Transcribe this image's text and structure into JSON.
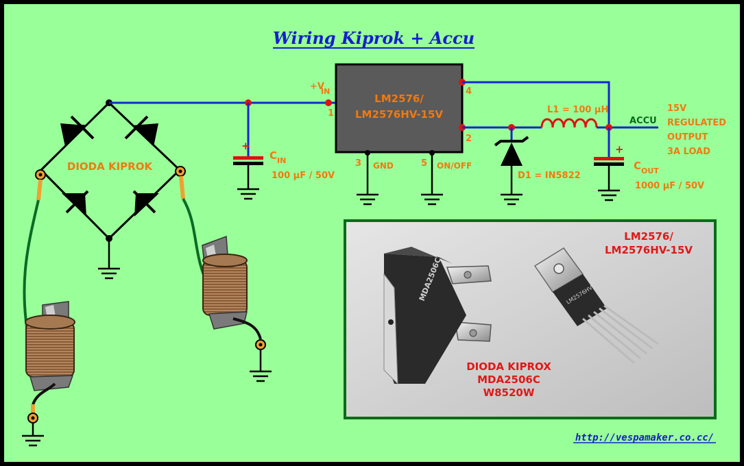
{
  "title": "Wiring Kiprok + Accu",
  "url": "http://vespamaker.co.cc/",
  "colors": {
    "background": "#99ff99",
    "wire": "#1428c8",
    "label": "#f07a10",
    "node": "#e01010",
    "photo_border": "#0a6b1a"
  },
  "bridge": {
    "label": "DIODA KIPROK"
  },
  "regulator": {
    "line1": "LM2576/",
    "line2": "LM2576HV-15V",
    "vin_label": "+V",
    "vin_sub": "IN",
    "pins": {
      "p1": "1",
      "p2": "2",
      "p3": "3",
      "p4": "4",
      "p5": "5"
    },
    "gnd_label": "GND",
    "onoff_label": "ON/OFF"
  },
  "cin": {
    "name": "C",
    "sub": "IN",
    "value": "100 µF / 50V",
    "plus": "+"
  },
  "cout": {
    "name": "C",
    "sub": "OUT",
    "value": "1000 µF / 50V",
    "plus": "+"
  },
  "inductor": {
    "label": "L1 = 100 µH"
  },
  "diode": {
    "label": "D1 = IN5822"
  },
  "output": {
    "accu": "ACCU",
    "line1": "15V",
    "line2": "REGULATED",
    "line3": "OUTPUT",
    "line4": "3A  LOAD"
  },
  "photo": {
    "lm_line1": "LM2576/",
    "lm_line2": "LM2576HV-15V",
    "bridge_line1": "DIODA KIPROX",
    "bridge_line2": "MDA2506C",
    "bridge_line3": "W8520W",
    "bridge_part_text": "MDA2506C",
    "lm_part_text": "LM2576HV 15V"
  }
}
